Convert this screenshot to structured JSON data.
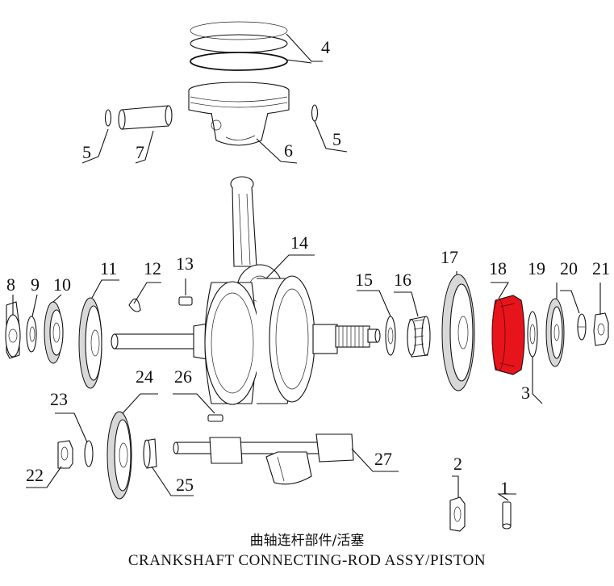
{
  "caption": {
    "chinese": "曲轴连杆部件/活塞",
    "english": "CRANKSHAFT CONNECTING-ROD ASSY/PISTON"
  },
  "callouts": [
    {
      "id": "c4",
      "text": "4"
    },
    {
      "id": "c5a",
      "text": "5"
    },
    {
      "id": "c7",
      "text": "7"
    },
    {
      "id": "c6",
      "text": "6"
    },
    {
      "id": "c5b",
      "text": "5"
    },
    {
      "id": "c14",
      "text": "14"
    },
    {
      "id": "c8",
      "text": "8"
    },
    {
      "id": "c9",
      "text": "9"
    },
    {
      "id": "c10",
      "text": "10"
    },
    {
      "id": "c11",
      "text": "11"
    },
    {
      "id": "c12",
      "text": "12"
    },
    {
      "id": "c13",
      "text": "13"
    },
    {
      "id": "c15",
      "text": "15"
    },
    {
      "id": "c16",
      "text": "16"
    },
    {
      "id": "c17",
      "text": "17"
    },
    {
      "id": "c18",
      "text": "18"
    },
    {
      "id": "c19",
      "text": "19"
    },
    {
      "id": "c20",
      "text": "20"
    },
    {
      "id": "c21",
      "text": "21"
    },
    {
      "id": "c3",
      "text": "3"
    },
    {
      "id": "c24",
      "text": "24"
    },
    {
      "id": "c26",
      "text": "26"
    },
    {
      "id": "c23",
      "text": "23"
    },
    {
      "id": "c22",
      "text": "22"
    },
    {
      "id": "c25",
      "text": "25"
    },
    {
      "id": "c27",
      "text": "27"
    },
    {
      "id": "c2",
      "text": "2"
    },
    {
      "id": "c1",
      "text": "1"
    }
  ],
  "highlight": {
    "part": "18",
    "color": "#e8141c"
  }
}
